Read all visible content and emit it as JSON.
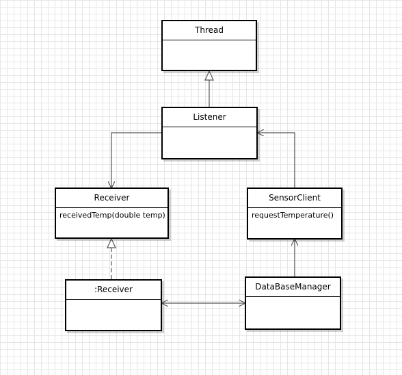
{
  "classes": {
    "thread": {
      "name": "Thread",
      "members": ""
    },
    "listener": {
      "name": "Listener",
      "members": ""
    },
    "receiver": {
      "name": "Receiver",
      "members": "receivedTemp(double temp)"
    },
    "sensor_client": {
      "name": "SensorClient",
      "members": "requestTemperature()"
    },
    "receiver_instance": {
      "name": ":Receiver",
      "members": ""
    },
    "database_manager": {
      "name": "DataBaseManager",
      "members": ""
    }
  },
  "relations": [
    {
      "from": "Listener",
      "to": "Thread",
      "kind": "generalization"
    },
    {
      "from": "Listener",
      "to": "Receiver",
      "kind": "association"
    },
    {
      "from": "SensorClient",
      "to": "Listener",
      "kind": "association"
    },
    {
      "from": ":Receiver",
      "to": "Receiver",
      "kind": "realization"
    },
    {
      "from": "DataBaseManager",
      "to": "SensorClient",
      "kind": "association"
    },
    {
      "from": ":Receiver",
      "to": "DataBaseManager",
      "kind": "bidirectional-association"
    }
  ],
  "colors": {
    "line": "#555555",
    "border": "#000000",
    "grid": "#e6e6e6"
  }
}
